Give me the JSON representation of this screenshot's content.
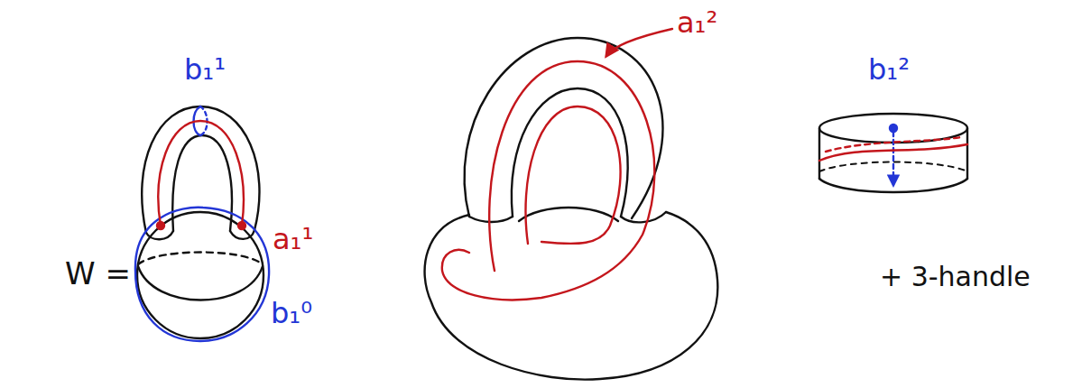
{
  "diagram": {
    "labels": [
      "b₁¹",
      "a₁²",
      "b₁²",
      "W =",
      "a₁¹",
      "b₁⁰",
      "+ 3-handle"
    ]
  }
}
